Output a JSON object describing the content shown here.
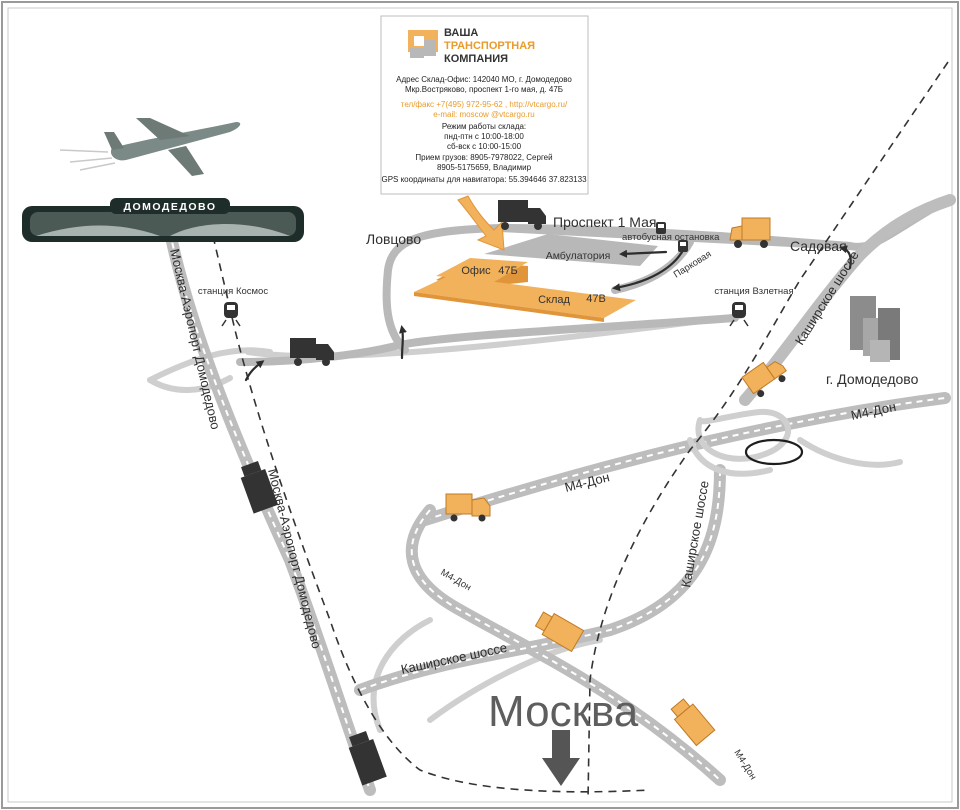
{
  "colors": {
    "orange": "#f2b15b",
    "orange_dark": "#e1953a",
    "road": "#bdbdbd",
    "truck_dark": "#333333",
    "building_grey": "#b8b8b8"
  },
  "card": {
    "company_line1": "ВАША",
    "company_line2": "ТРАНСПОРТНАЯ",
    "company_line3": "КОМПАНИЯ",
    "lines": [
      {
        "text": "Адрес  Склад-Офис:   142040  МО,  г. Домодедово",
        "color": "dark"
      },
      {
        "text": "Мкр.Востряково,  проспект  1-го мая,  д. 47Б",
        "color": "dark"
      },
      {
        "text": "тел/факс  +7(495)   972-95-62   ,  http://vtcargo.ru/",
        "color": "orange"
      },
      {
        "text": "e-mail:   moscow @vtcargo.ru",
        "color": "orange"
      },
      {
        "text": "Режим  работы  склада:",
        "color": "dark"
      },
      {
        "text": "пнд-птн   с    10:00-18:00",
        "color": "dark"
      },
      {
        "text": "сб-вск    с    10:00-15:00",
        "color": "dark"
      },
      {
        "text": "Прием грузов:  8905-7978022,  Сергей",
        "color": "dark"
      },
      {
        "text": "8905-5175659,  Владимир",
        "color": "dark"
      },
      {
        "text": "GPS координаты для навигатора: 55.394646 37.823133",
        "color": "dark"
      }
    ]
  },
  "airport": {
    "name": "ДОМОДЕДОВО"
  },
  "buildings": {
    "office": {
      "label": "Офис",
      "number": "47Б"
    },
    "warehouse": {
      "label": "Склад",
      "number": "47В"
    },
    "clinic": {
      "label": "Амбулатория"
    }
  },
  "labels": {
    "prospekt": "Проспект 1 Мая",
    "bus_stop": "автобусная остановка",
    "sadovaya": "Садовая",
    "lovtsovo": "Ловцово",
    "parkovaya": "Парковая",
    "station_kosmos": "станция Космос",
    "station_vzletnaya": "станция Взлетная",
    "kashirskoe_upper": "Каширское шоссе",
    "kashirskoe_mid": "Каширское шоссе",
    "kashirskoe_low": "Каширское шоссе",
    "domodedovo_city": "г. Домодедово",
    "m4_right": "М4-Дон",
    "m4_mid": "М4-Дон",
    "m4_low": "М4-Дон",
    "m4_bottom": "М4-Дон",
    "airport_hwy_upper": "Москва-Аэропорт Домодедово",
    "airport_hwy_lower": "Москва-Аэропорт Домодедово",
    "moscow": "Москва"
  }
}
